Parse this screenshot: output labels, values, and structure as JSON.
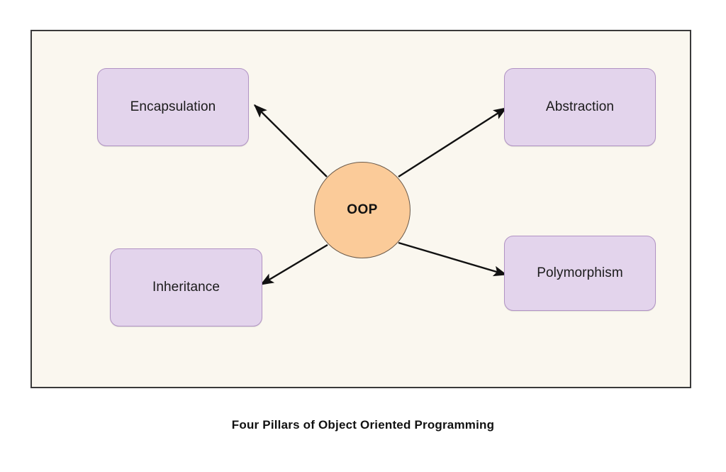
{
  "diagram": {
    "caption": "Four Pillars of Object Oriented Programming",
    "center": {
      "label": "OOP",
      "fill": "#fbcb99",
      "stroke": "#6b5a4a"
    },
    "frame": {
      "background": "#faf7ef",
      "border_color": "#3a3a3a"
    },
    "node_style": {
      "fill": "#e3d4ec",
      "stroke": "#b193c4"
    },
    "arrow_color": "#111111",
    "nodes": [
      {
        "id": "encapsulation",
        "label": "Encapsulation",
        "position": "top-left"
      },
      {
        "id": "abstraction",
        "label": "Abstraction",
        "position": "top-right"
      },
      {
        "id": "inheritance",
        "label": "Inheritance",
        "position": "bottom-left"
      },
      {
        "id": "polymorphism",
        "label": "Polymorphism",
        "position": "bottom-right"
      }
    ],
    "edges": [
      {
        "from": "OOP",
        "to": "Encapsulation",
        "direction": "to-node"
      },
      {
        "from": "OOP",
        "to": "Abstraction",
        "direction": "to-node"
      },
      {
        "from": "OOP",
        "to": "Inheritance",
        "direction": "to-node"
      },
      {
        "from": "OOP",
        "to": "Polymorphism",
        "direction": "to-node"
      }
    ]
  }
}
